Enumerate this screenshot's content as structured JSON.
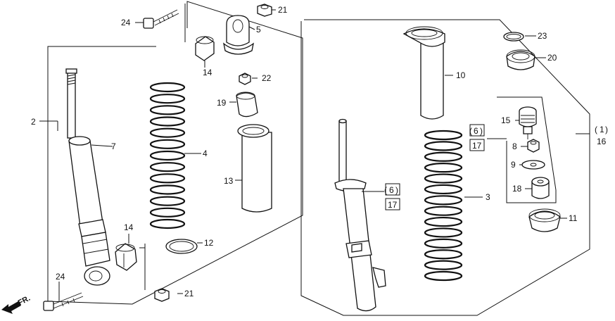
{
  "labels": {
    "p24_top": "24",
    "p21_top": "21",
    "p5": "5",
    "p14_top": "14",
    "p22": "22",
    "p19": "19",
    "p2": "2",
    "p7": "7",
    "p4": "4",
    "p13": "13",
    "p14_bot": "14",
    "p12": "12",
    "p24_bot": "24",
    "p21_bot": "21",
    "p10": "10",
    "p23": "23",
    "p20": "20",
    "p15": "15",
    "p6_box": "6",
    "p17_box": "17",
    "p8": "8",
    "p9": "9",
    "p18": "18",
    "p11": "11",
    "p1": "1",
    "p16": "16",
    "p3": "3",
    "p6_mid": "6",
    "p17_mid": "17",
    "fr": "FR."
  }
}
